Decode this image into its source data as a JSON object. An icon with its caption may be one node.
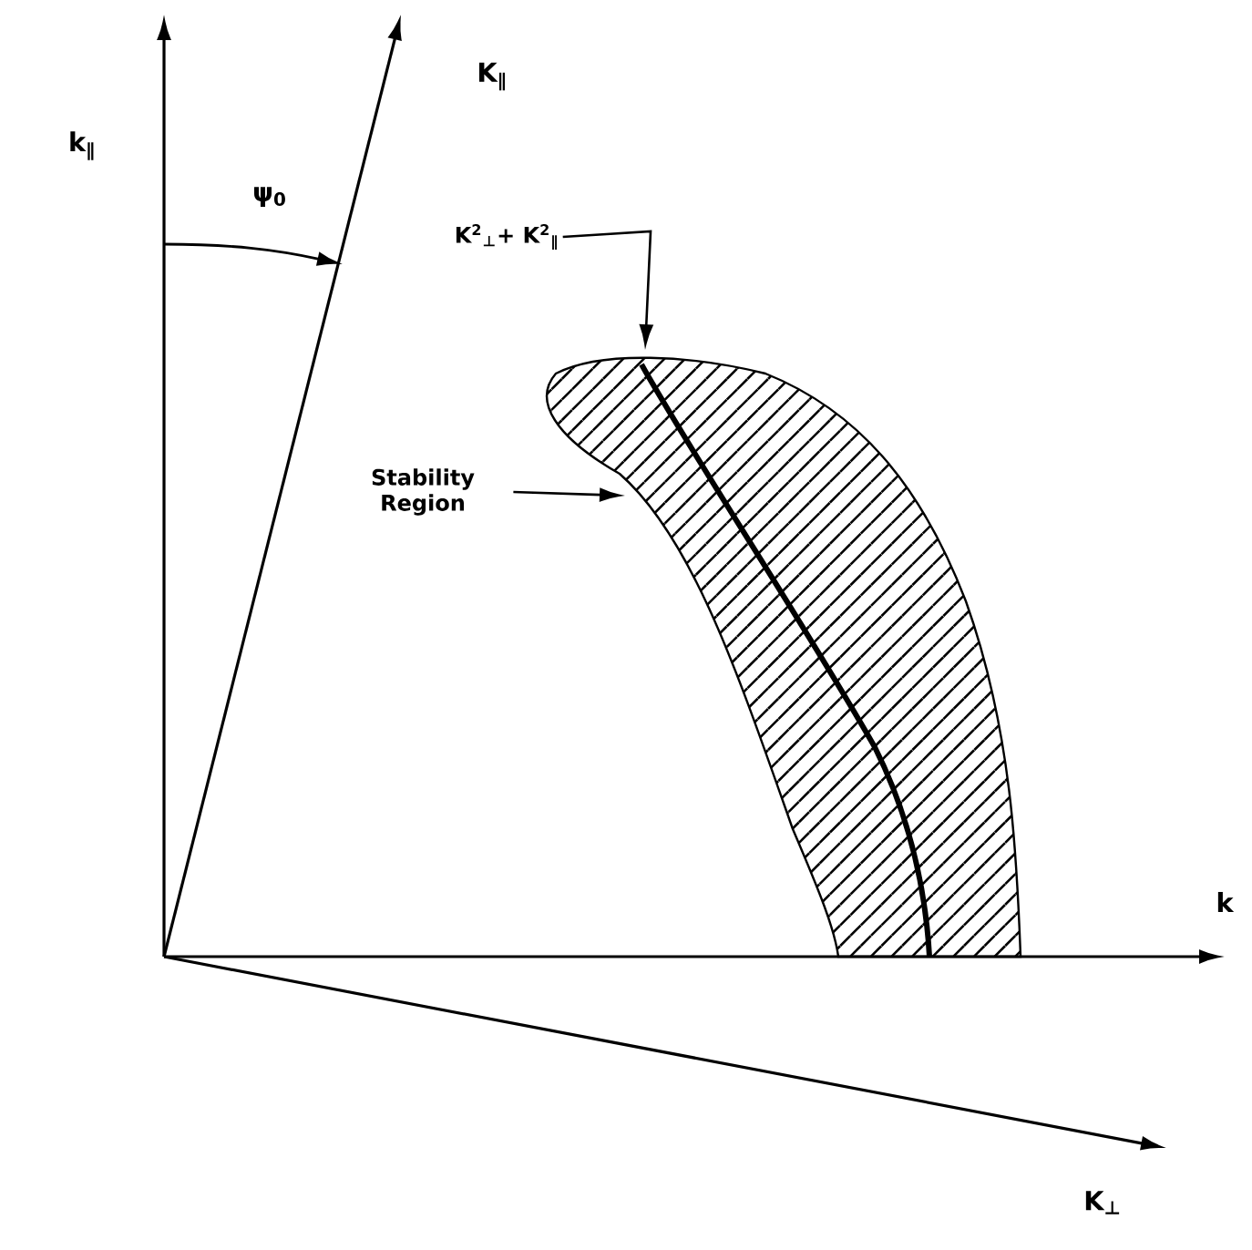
{
  "diagram": {
    "nodes": [
      {
        "text": [],
        "shape": "band"
      },
      {
        "text": [
          "Stability Region"
        ]
      },
      {
        "text": [
          "K$^{2}$$_{⊥}$+ K$^{2}$$_{∥}$"
        ]
      },
      {
        "text": [],
        "shape": "curve",
        "in": 0
      }
    ],
    "edges": [
      {
        "from": 1,
        "to": 0,
        "arrow": "to"
      },
      {
        "from": 2,
        "to": 3,
        "arrow": "to"
      }
    ],
    "labels": [
      "k$_{∥}$",
      "K$_{∥}$",
      "ψ$_{0}$",
      "k",
      "K$_{⊥}$"
    ]
  }
}
